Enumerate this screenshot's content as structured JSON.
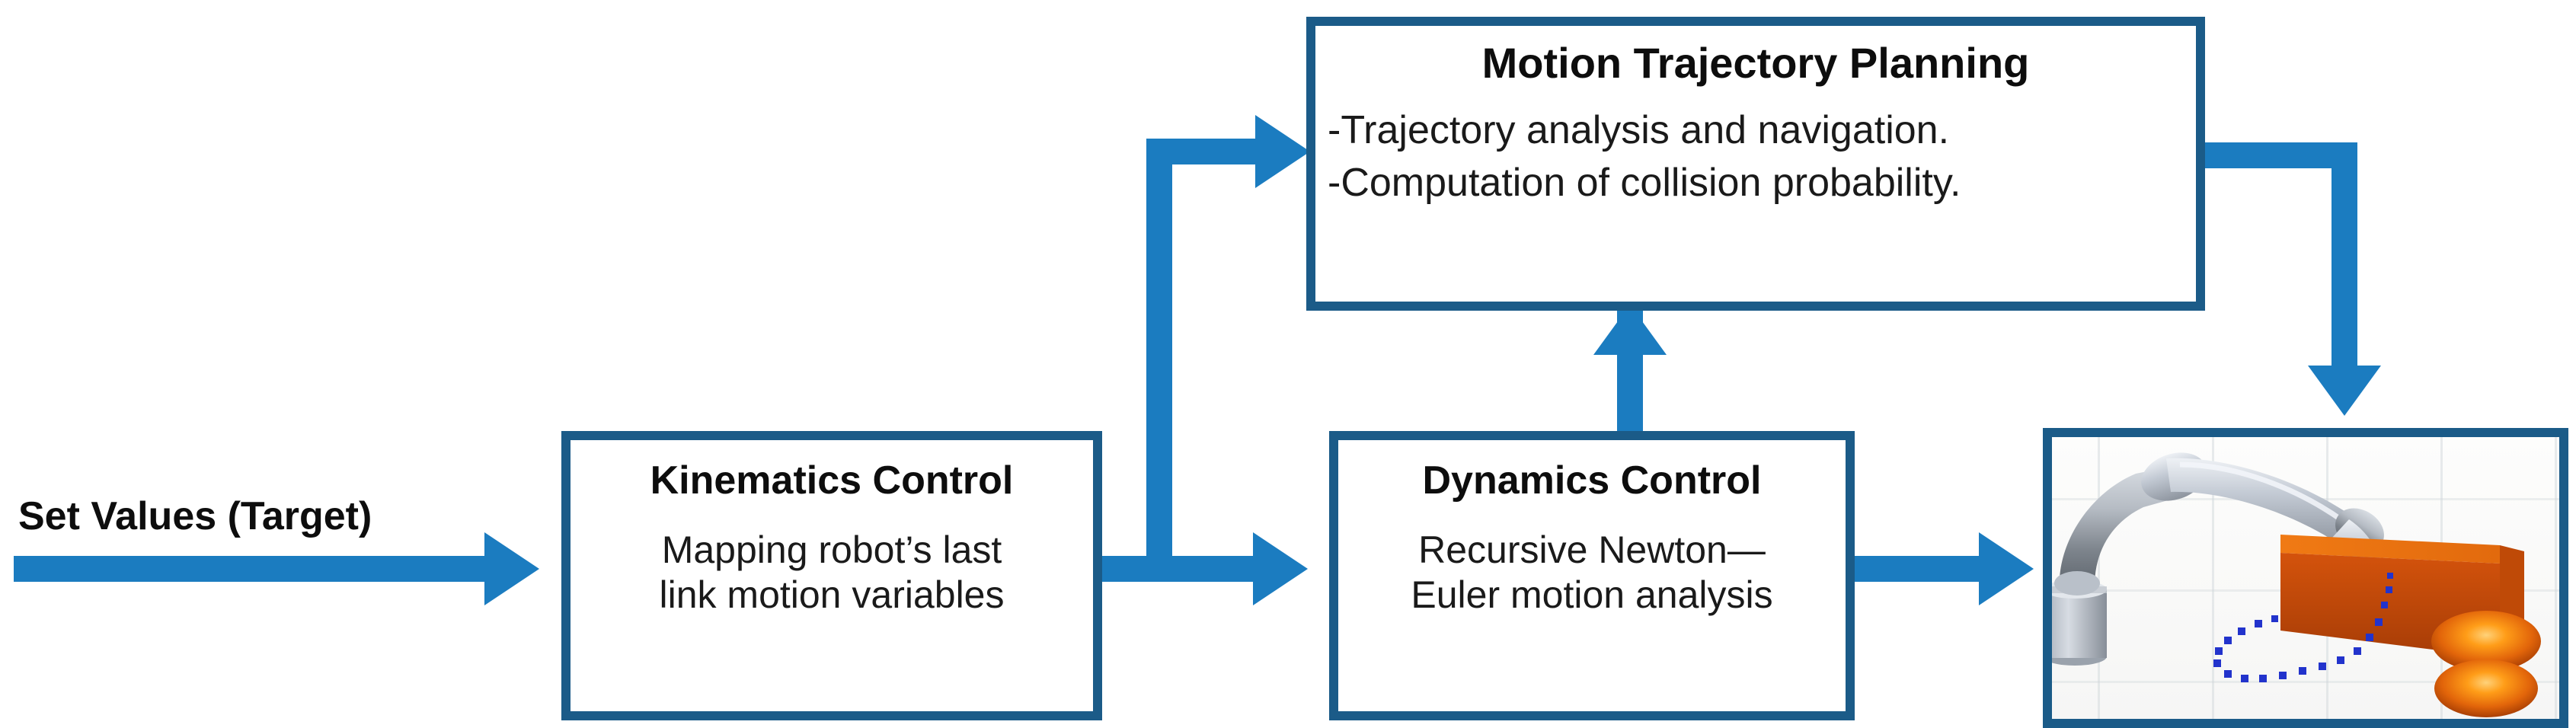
{
  "diagram": {
    "title_hidden": "Robot control architecture flow diagram",
    "colors": {
      "box_border": "#1b5b88",
      "connector": "#1b7cc0",
      "text": "#0d0d0d",
      "canvas": "#ffffff"
    },
    "input_label": "Set Values (Target)",
    "nodes": [
      {
        "id": "motion-trajectory-planning",
        "title": "Motion Trajectory Planning",
        "lines": [
          "-Trajectory analysis and navigation.",
          "-Computation of collision probability."
        ]
      },
      {
        "id": "kinematics-control",
        "title": "Kinematics Control",
        "lines": [
          "Mapping robot’s last",
          "link motion variables"
        ]
      },
      {
        "id": "dynamics-control",
        "title": "Dynamics Control",
        "lines": [
          "Recursive Newton—",
          "Euler motion analysis"
        ]
      },
      {
        "id": "robot-simulation-image",
        "title": "",
        "lines": []
      }
    ],
    "connectors": [
      {
        "id": "input-to-kinematics",
        "from": "Set Values (Target)",
        "to": "Kinematics Control",
        "direction": "right"
      },
      {
        "id": "kinematics-to-dynamics",
        "from": "Kinematics Control",
        "to": "Dynamics Control",
        "direction": "right"
      },
      {
        "id": "kinematics-to-motion",
        "from": "Kinematics Control",
        "to": "Motion Trajectory Planning",
        "direction": "up-right"
      },
      {
        "id": "dynamics-to-motion",
        "from": "Dynamics Control",
        "to": "Motion Trajectory Planning",
        "direction": "up"
      },
      {
        "id": "dynamics-to-robot",
        "from": "Dynamics Control",
        "to": "Robot",
        "direction": "right"
      },
      {
        "id": "motion-to-robot",
        "from": "Motion Trajectory Planning",
        "to": "Robot",
        "direction": "right-down"
      }
    ]
  }
}
